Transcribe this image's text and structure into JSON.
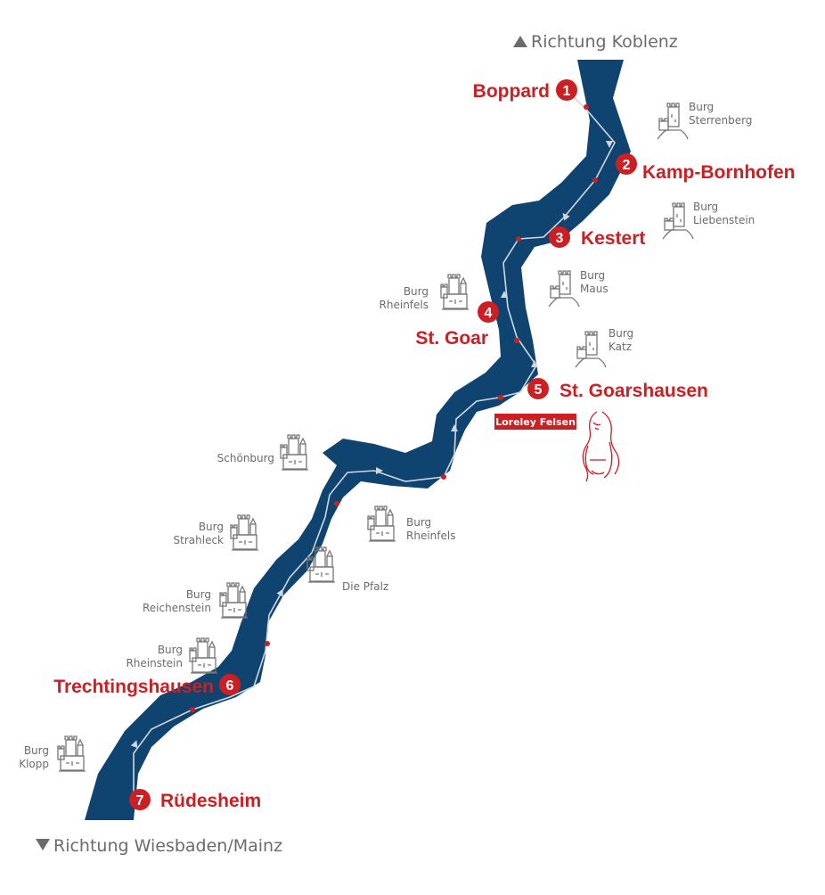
{
  "directions": {
    "north": "Richtung Koblenz",
    "south": "Richtung Wiesbaden/Mainz"
  },
  "stops": [
    {
      "num": "1",
      "name": "Boppard"
    },
    {
      "num": "2",
      "name": "Kamp-Bornhofen"
    },
    {
      "num": "3",
      "name": "Kestert"
    },
    {
      "num": "4",
      "name": "St. Goar"
    },
    {
      "num": "5",
      "name": "St. Goarshausen"
    },
    {
      "num": "6",
      "name": "Trechtingshausen"
    },
    {
      "num": "7",
      "name": "Rüdesheim"
    }
  ],
  "castles": [
    {
      "lines": [
        "Burg",
        "Sterrenberg"
      ],
      "icon": "tower-castle-icon"
    },
    {
      "lines": [
        "Burg",
        "Liebenstein"
      ],
      "icon": "tower-castle-icon"
    },
    {
      "lines": [
        "Burg",
        "Maus"
      ],
      "icon": "tower-castle-icon"
    },
    {
      "lines": [
        "Burg",
        "Katz"
      ],
      "icon": "tower-castle-icon"
    },
    {
      "lines": [
        "Burg",
        "Rheinfels"
      ],
      "icon": "castle-icon"
    },
    {
      "lines": [
        "Schönburg"
      ],
      "icon": "castle-icon"
    },
    {
      "lines": [
        "Burg",
        "Rheinfels"
      ],
      "icon": "castle-icon"
    },
    {
      "lines": [
        "Burg",
        "Strahleck"
      ],
      "icon": "castle-icon"
    },
    {
      "lines": [
        "Die Pfalz"
      ],
      "icon": "castle-icon"
    },
    {
      "lines": [
        "Burg",
        "Reichenstein"
      ],
      "icon": "castle-icon"
    },
    {
      "lines": [
        "Burg",
        "Rheinstein"
      ],
      "icon": "castle-icon"
    },
    {
      "lines": [
        "Burg",
        "Klopp"
      ],
      "icon": "castle-icon"
    }
  ],
  "landmark": {
    "label": "Loreley Felsen",
    "icon": "loreley-figure-icon"
  },
  "colors": {
    "river": "#0f4470",
    "accent": "#cc1f24",
    "route": "#d0d6dc",
    "text": "#6b6b6b"
  }
}
